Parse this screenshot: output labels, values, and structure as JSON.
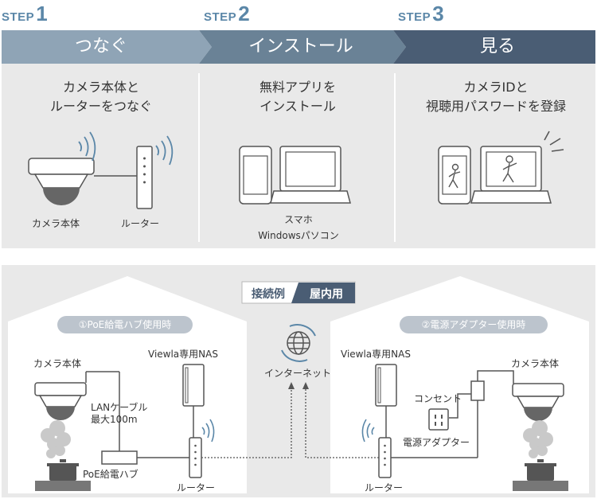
{
  "steps": [
    {
      "word": "STEP",
      "num": "1",
      "title": "つなぐ"
    },
    {
      "word": "STEP",
      "num": "2",
      "title": "インストール"
    },
    {
      "word": "STEP",
      "num": "3",
      "title": "見る"
    }
  ],
  "panel1": {
    "title": "カメラ本体と\nルーターをつなぐ",
    "camera_label": "カメラ本体",
    "router_label": "ルーター"
  },
  "panel2": {
    "title": "無料アプリを\nインストール",
    "device_label": "スマホ\nWindowsパソコン"
  },
  "panel3": {
    "title": "カメラIDと\n視聴用パスワードを登録"
  },
  "house": {
    "tag_left": "接続例",
    "tag_right": "屋内用",
    "left_pill": "①PoE給電ハブ使用時",
    "right_pill": "②電源アダプター使用時",
    "left_camera": "カメラ本体",
    "left_nas": "Viewla専用NAS",
    "lan_cable": "LANケーブル\n最大100m",
    "poe_hub": "PoE給電ハブ",
    "left_router": "ルーター",
    "internet": "インターネット",
    "right_nas": "Viewla専用NAS",
    "right_camera": "カメラ本体",
    "outlet": "コンセント",
    "adapter": "電源アダプター",
    "right_router": "ルーター"
  },
  "colors": {
    "step1": "#8fa4b6",
    "step2": "#6a8296",
    "step3": "#4a5d74",
    "panel_bg": "#e9e9e9",
    "step_text": "#5b87a8",
    "line": "#555555",
    "wifi": "#5b87a8"
  }
}
